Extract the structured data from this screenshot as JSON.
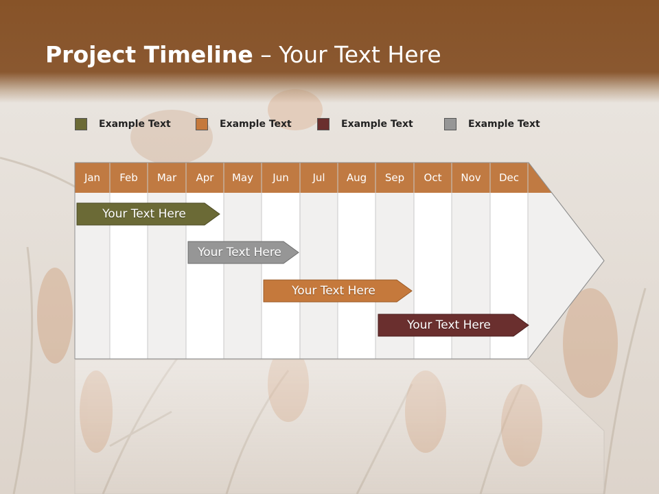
{
  "slide": {
    "title_bold": "Project Timeline",
    "title_rest": " – Your Text Here"
  },
  "legend": [
    {
      "label": "Example Text",
      "color": "#6b6a36"
    },
    {
      "label": "Example Text",
      "color": "#c5793c"
    },
    {
      "label": "Example Text",
      "color": "#6a2f2e"
    },
    {
      "label": "Example Text",
      "color": "#969696"
    }
  ],
  "timeline": {
    "months": [
      "Jan",
      "Feb",
      "Mar",
      "Apr",
      "May",
      "Jun",
      "Jul",
      "Aug",
      "Sep",
      "Oct",
      "Nov",
      "Dec"
    ],
    "header_color": "#c07a42",
    "bars": [
      {
        "label": "Your  Text Here",
        "color": "#6b6a36"
      },
      {
        "label": "Your  Text Here",
        "color": "#969696"
      },
      {
        "label": "Your  Text Here",
        "color": "#c5793c"
      },
      {
        "label": "Your  Text Here",
        "color": "#6a2f2e"
      }
    ]
  }
}
